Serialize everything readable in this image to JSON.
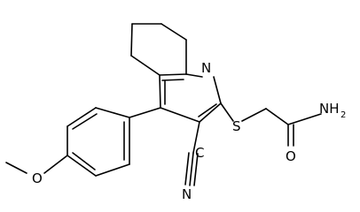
{
  "molecule": {
    "atom_labels": {
      "ring_nitrogen": "N",
      "thioether_sulfur": "S",
      "amide_amine": "NH",
      "amide_amine_subscript": "2",
      "amide_oxygen": "O",
      "methoxy_oxygen": "O",
      "nitrile_carbon": "C",
      "nitrile_nitrogen": "N"
    },
    "colors": {
      "bond": "#000000",
      "label": "#000000",
      "background": "#ffffff"
    }
  }
}
